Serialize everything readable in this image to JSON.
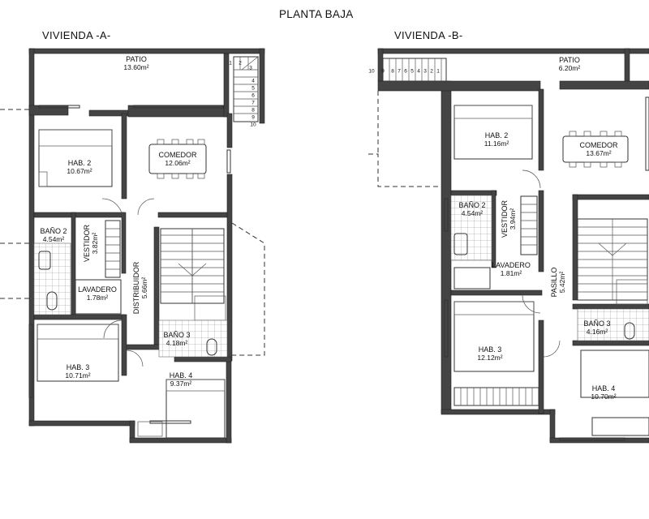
{
  "header": {
    "title": "PLANTA BAJA",
    "unit_a": "VIVIENDA -A-",
    "unit_b": "VIVIENDA -B-"
  },
  "unit_a_rooms": [
    {
      "key": "patio",
      "name": "PATIO",
      "area": "13.60m²"
    },
    {
      "key": "comedor",
      "name": "COMEDOR",
      "area": "12.06m²"
    },
    {
      "key": "hab2",
      "name": "HAB. 2",
      "area": "10.67m²"
    },
    {
      "key": "bano2",
      "name": "BAÑO 2",
      "area": "4.54m²"
    },
    {
      "key": "vestidor",
      "name": "VESTIDOR",
      "area": "3.82m²"
    },
    {
      "key": "lavadero",
      "name": "LAVADERO",
      "area": "1.78m²"
    },
    {
      "key": "distribuidor",
      "name": "DISTRIBUIDOR",
      "area": "5.66m²"
    },
    {
      "key": "bano3",
      "name": "BAÑO 3",
      "area": "4.18m²"
    },
    {
      "key": "hab3",
      "name": "HAB. 3",
      "area": "10.71m²"
    },
    {
      "key": "hab4",
      "name": "HAB. 4",
      "area": "9.37m²"
    }
  ],
  "unit_b_rooms": [
    {
      "key": "patio",
      "name": "PATIO",
      "area": "6.20m²"
    },
    {
      "key": "hab2",
      "name": "HAB. 2",
      "area": "11.16m²"
    },
    {
      "key": "comedor",
      "name": "COMEDOR",
      "area": "13.67m²"
    },
    {
      "key": "bano2",
      "name": "BAÑO 2",
      "area": "4.54m²"
    },
    {
      "key": "vestidor",
      "name": "VESTIDOR",
      "area": "3.94m²"
    },
    {
      "key": "lavadero",
      "name": "LAVADERO",
      "area": "1.81m²"
    },
    {
      "key": "pasillo",
      "name": "PASILLO",
      "area": "5.42m²"
    },
    {
      "key": "bano3",
      "name": "BAÑO 3",
      "area": "4.16m²"
    },
    {
      "key": "hab3",
      "name": "HAB. 3",
      "area": "12.12m²"
    },
    {
      "key": "hab4",
      "name": "HAB. 4",
      "area": "10.70m²"
    }
  ],
  "stairs_a_steps": [
    "1",
    "2",
    "3",
    "4",
    "5",
    "6",
    "7",
    "8",
    "9",
    "10"
  ],
  "stairs_b_steps": [
    "10",
    "9",
    "8",
    "7",
    "6",
    "5",
    "4",
    "3",
    "2",
    "1"
  ]
}
